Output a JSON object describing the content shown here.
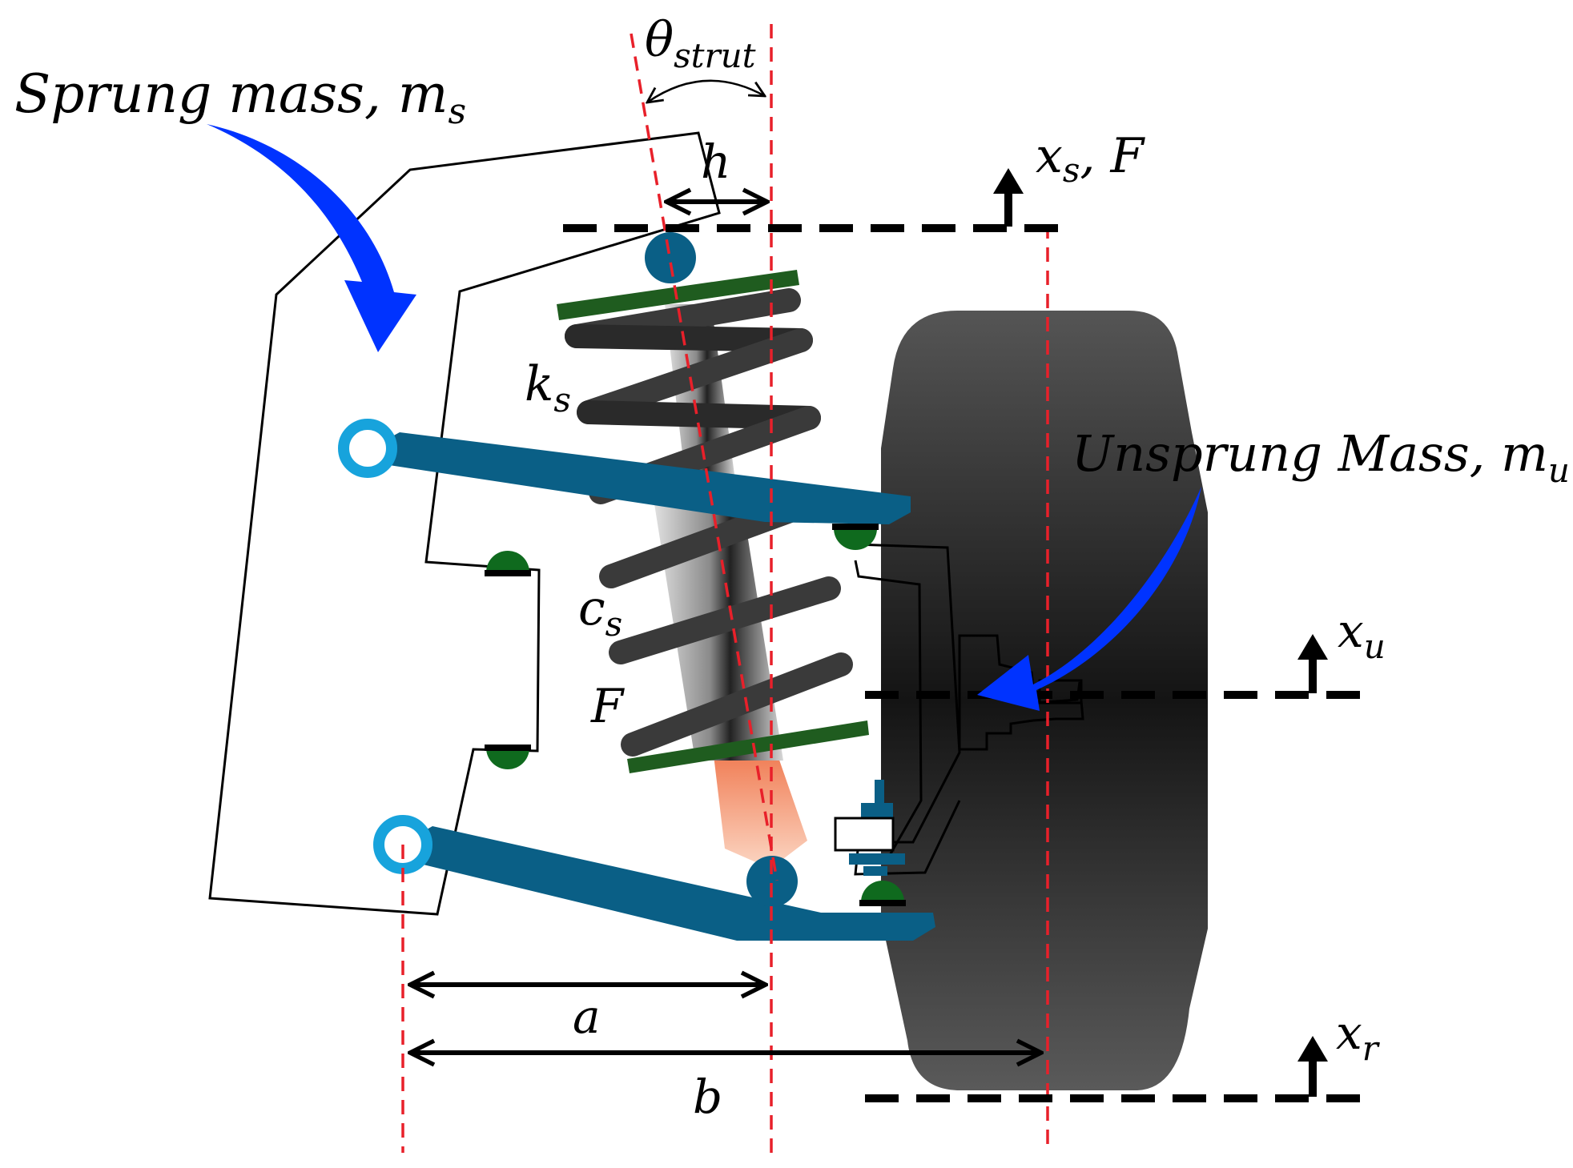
{
  "labels": {
    "sprung_mass_name": "Sprung mass, m",
    "sprung_mass_sub": "s",
    "unsprung_mass_name": "Unsprung Mass, m",
    "unsprung_mass_sub": "u",
    "theta_symbol": "θ",
    "theta_sub": "strut",
    "h": "h",
    "k_symbol": "k",
    "k_sub": "s",
    "c_symbol": "c",
    "c_sub": "s",
    "F": "F",
    "xs_symbol": "x",
    "xs_sub": "s",
    "xs_tail": ", F",
    "xu_symbol": "x",
    "xu_sub": "u",
    "xr_symbol": "x",
    "xr_sub": "r",
    "a": "a",
    "b": "b"
  },
  "colors": {
    "arm": "#0a5f86",
    "ring": "#17a3dc",
    "spring_coil": "#3a3a3a",
    "spring_seat": "#1f5c1f",
    "bushing": "#0f6a1e",
    "arrow_blue": "#0033ff",
    "guide_red": "#e8202a",
    "tire": "#4a4a4a"
  },
  "icons": {
    "sprung_pointer": "curved-arrow-icon",
    "unsprung_pointer": "curved-arrow-icon",
    "displacement_up": "up-arrow-icon"
  }
}
